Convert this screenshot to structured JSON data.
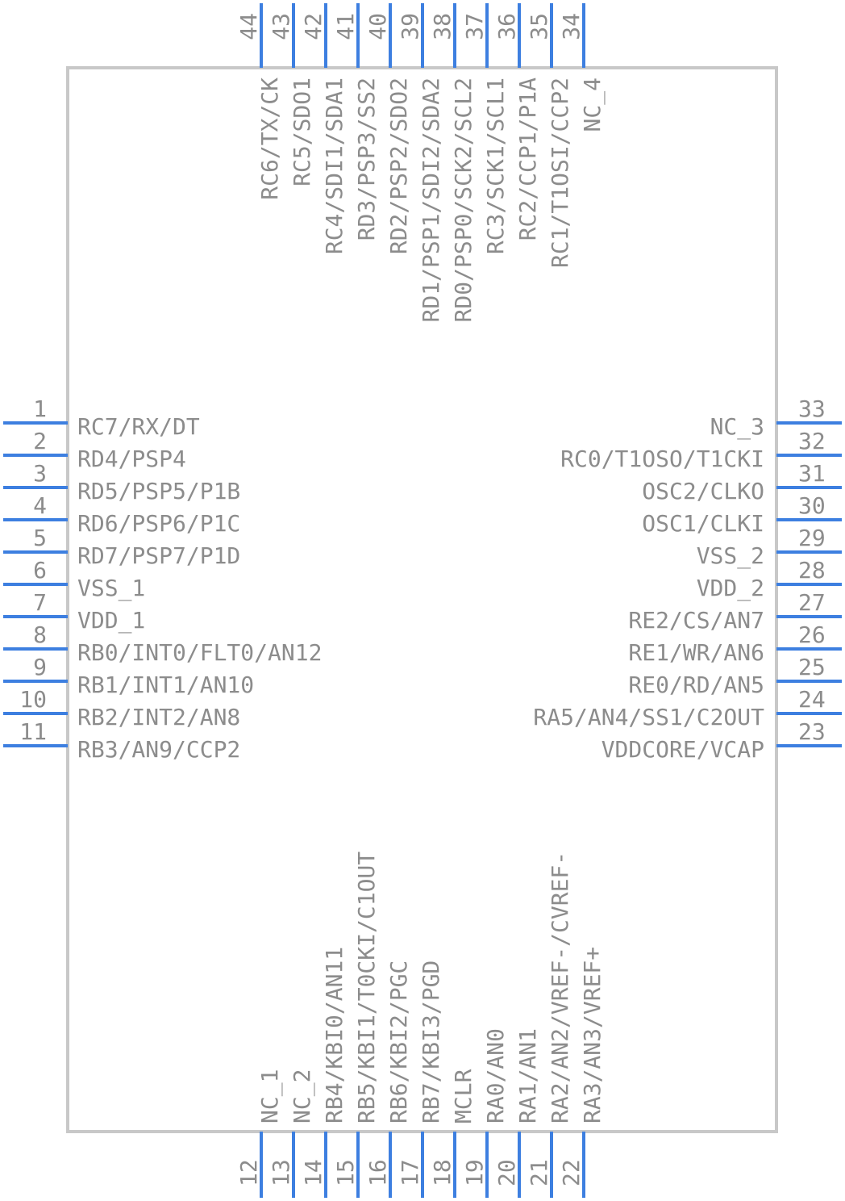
{
  "colors": {
    "body_outline": "#c8c8c8",
    "pin": "#3d7fe0",
    "text": "#8c8c8c"
  },
  "pins": {
    "left": [
      {
        "num": "1",
        "name": "RC7/RX/DT"
      },
      {
        "num": "2",
        "name": "RD4/PSP4"
      },
      {
        "num": "3",
        "name": "RD5/PSP5/P1B"
      },
      {
        "num": "4",
        "name": "RD6/PSP6/P1C"
      },
      {
        "num": "5",
        "name": "RD7/PSP7/P1D"
      },
      {
        "num": "6",
        "name": "VSS_1"
      },
      {
        "num": "7",
        "name": "VDD_1"
      },
      {
        "num": "8",
        "name": "RB0/INT0/FLT0/AN12"
      },
      {
        "num": "9",
        "name": "RB1/INT1/AN10"
      },
      {
        "num": "10",
        "name": "RB2/INT2/AN8"
      },
      {
        "num": "11",
        "name": "RB3/AN9/CCP2"
      }
    ],
    "right": [
      {
        "num": "33",
        "name": "NC_3"
      },
      {
        "num": "32",
        "name": "RC0/T1OSO/T1CKI"
      },
      {
        "num": "31",
        "name": "OSC2/CLKO"
      },
      {
        "num": "30",
        "name": "OSC1/CLKI"
      },
      {
        "num": "29",
        "name": "VSS_2"
      },
      {
        "num": "28",
        "name": "VDD_2"
      },
      {
        "num": "27",
        "name": "RE2/CS/AN7"
      },
      {
        "num": "26",
        "name": "RE1/WR/AN6"
      },
      {
        "num": "25",
        "name": "RE0/RD/AN5"
      },
      {
        "num": "24",
        "name": "RA5/AN4/SS1/C2OUT"
      },
      {
        "num": "23",
        "name": "VDDCORE/VCAP"
      }
    ],
    "bottom": [
      {
        "num": "12",
        "name": "NC_1"
      },
      {
        "num": "13",
        "name": "NC_2"
      },
      {
        "num": "14",
        "name": "RB4/KBI0/AN11"
      },
      {
        "num": "15",
        "name": "RB5/KBI1/T0CKI/C1OUT"
      },
      {
        "num": "16",
        "name": "RB6/KBI2/PGC"
      },
      {
        "num": "17",
        "name": "RB7/KBI3/PGD"
      },
      {
        "num": "18",
        "name": "MCLR"
      },
      {
        "num": "19",
        "name": "RA0/AN0"
      },
      {
        "num": "20",
        "name": "RA1/AN1"
      },
      {
        "num": "21",
        "name": "RA2/AN2/VREF-/CVREF-"
      },
      {
        "num": "22",
        "name": "RA3/AN3/VREF+"
      }
    ],
    "top": [
      {
        "num": "44",
        "name": "RC6/TX/CK"
      },
      {
        "num": "43",
        "name": "RC5/SDO1"
      },
      {
        "num": "42",
        "name": "RC4/SDI1/SDA1"
      },
      {
        "num": "41",
        "name": "RD3/PSP3/SS2"
      },
      {
        "num": "40",
        "name": "RD2/PSP2/SDO2"
      },
      {
        "num": "39",
        "name": "RD1/PSP1/SDI2/SDA2"
      },
      {
        "num": "38",
        "name": "RD0/PSP0/SCK2/SCL2"
      },
      {
        "num": "37",
        "name": "RC3/SCK1/SCL1"
      },
      {
        "num": "36",
        "name": "RC2/CCP1/P1A"
      },
      {
        "num": "35",
        "name": "RC1/T1OSI/CCP2"
      },
      {
        "num": "34",
        "name": "NC_4"
      }
    ]
  }
}
